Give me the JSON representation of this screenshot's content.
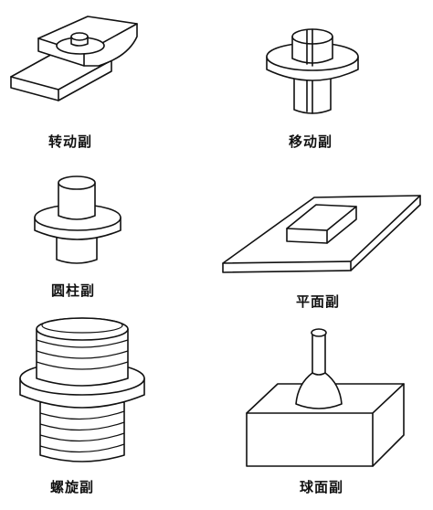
{
  "pairs": [
    {
      "label": "转动副"
    },
    {
      "label": "移动副"
    },
    {
      "label": "圆柱副"
    },
    {
      "label": "平面副"
    },
    {
      "label": "螺旋副"
    },
    {
      "label": "球面副"
    }
  ]
}
